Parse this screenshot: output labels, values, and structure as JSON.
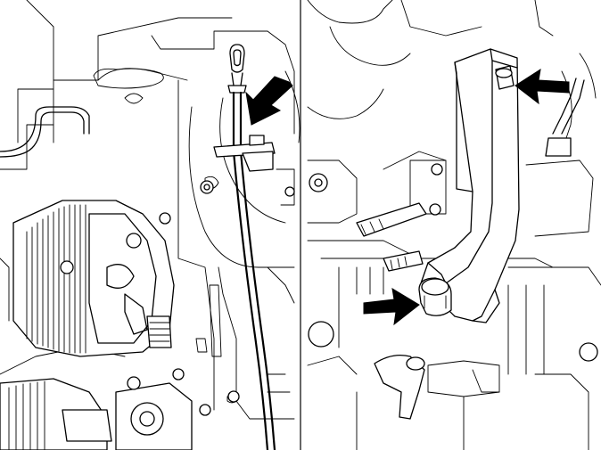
{
  "figure": {
    "background": "#ffffff",
    "line_color": "#000000",
    "panels": [
      {
        "name": "dipstick-view",
        "arrows": 1
      },
      {
        "name": "bracket-view",
        "arrows": 2
      }
    ],
    "icons": [
      "callout-arrow-icon"
    ]
  }
}
